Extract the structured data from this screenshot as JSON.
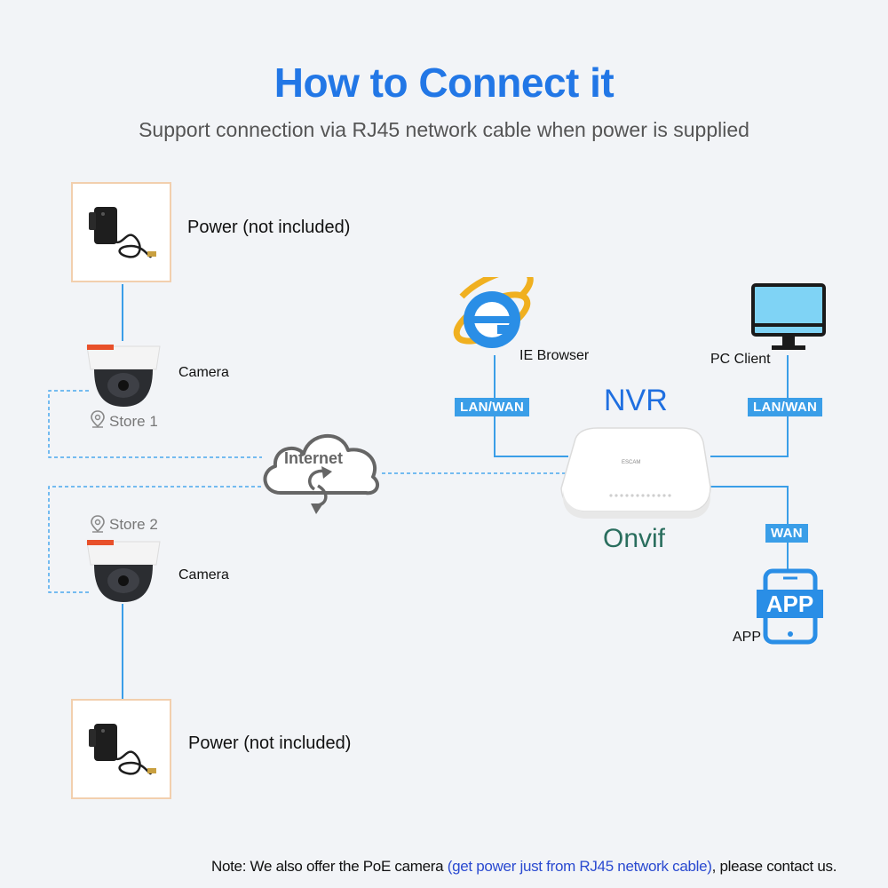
{
  "header": {
    "title": "How to Connect it",
    "subtitle": "Support connection via RJ45 network cable when power is supplied"
  },
  "left": {
    "power_top": "Power (not included)",
    "camera_top": "Camera",
    "store_1": "Store 1",
    "store_2": "Store 2",
    "camera_bottom": "Camera",
    "power_bottom": "Power (not included)"
  },
  "center": {
    "internet": "Internet",
    "nvr": "NVR",
    "onvif": "Onvif",
    "nvr_brand": "ESCAM"
  },
  "right": {
    "ie_browser": "IE Browser",
    "pc_client": "PC Client",
    "lan_wan_left": "LAN/WAN",
    "lan_wan_right": "LAN/WAN",
    "wan": "WAN",
    "app_icon_text": "APP",
    "app_label": "APP"
  },
  "footer": {
    "note_prefix": "Note: We also offer the PoE camera ",
    "note_highlight": "(get power just from RJ45 network cable)",
    "note_suffix": ", please contact us."
  },
  "colors": {
    "title_blue": "#2277e6",
    "line_blue": "#3a9ee8",
    "tag_blue": "#3a9ee8",
    "onvif_green": "#2a6e5e",
    "box_border": "#f2cfae"
  },
  "icons": [
    "power-adapter-icon",
    "dome-camera-icon",
    "location-pin-icon",
    "cloud-icon",
    "ie-browser-icon",
    "monitor-icon",
    "app-phone-icon",
    "nvr-device-icon"
  ]
}
